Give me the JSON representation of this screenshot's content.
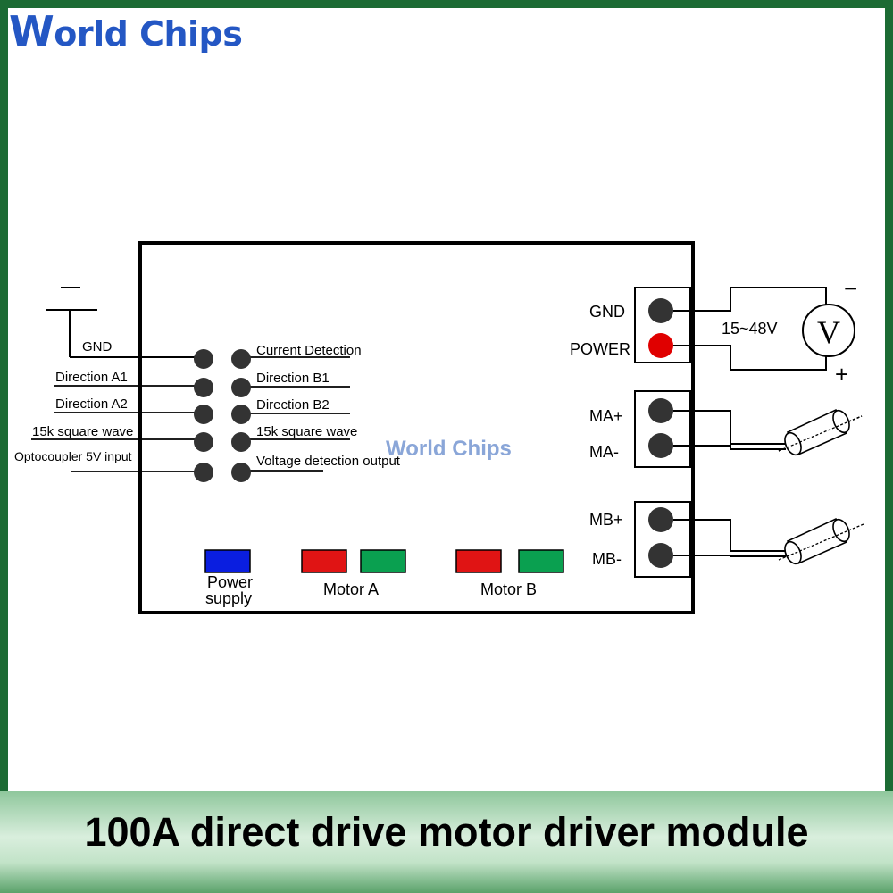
{
  "brand": {
    "name_w": "W",
    "name_rest": "orld ",
    "name_chips": "Chips"
  },
  "watermark": "World Chips",
  "caption": "100A direct drive motor driver module",
  "left_pins": {
    "gnd": "GND",
    "direction_a1": "Direction A1",
    "direction_a2": "Direction A2",
    "square_wave": "15k square wave",
    "optocoupler": "Optocoupler 5V input"
  },
  "right_pins": {
    "current_detection": "Current Detection",
    "direction_b1": "Direction B1",
    "direction_b2": "Direction B2",
    "square_wave": "15k square wave",
    "voltage_output": "Voltage detection output"
  },
  "terminals": {
    "gnd": "GND",
    "power": "POWER",
    "ma_plus": "MA+",
    "ma_minus": "MA-",
    "mb_plus": "MB+",
    "mb_minus": "MB-"
  },
  "supply": {
    "voltage": "15~48V",
    "meter_symbol": "V",
    "minus": "−",
    "plus": "+"
  },
  "leds": {
    "power_line1": "Power",
    "power_line2": "supply",
    "motor_a": "Motor A",
    "motor_b": "Motor B"
  },
  "colors": {
    "frame_green": "#1c6b34",
    "led_blue": "#0a1ee0",
    "led_red": "#e01414",
    "led_green": "#0aa050",
    "power_terminal_red": "#e00000",
    "terminal_dark": "#333333"
  }
}
